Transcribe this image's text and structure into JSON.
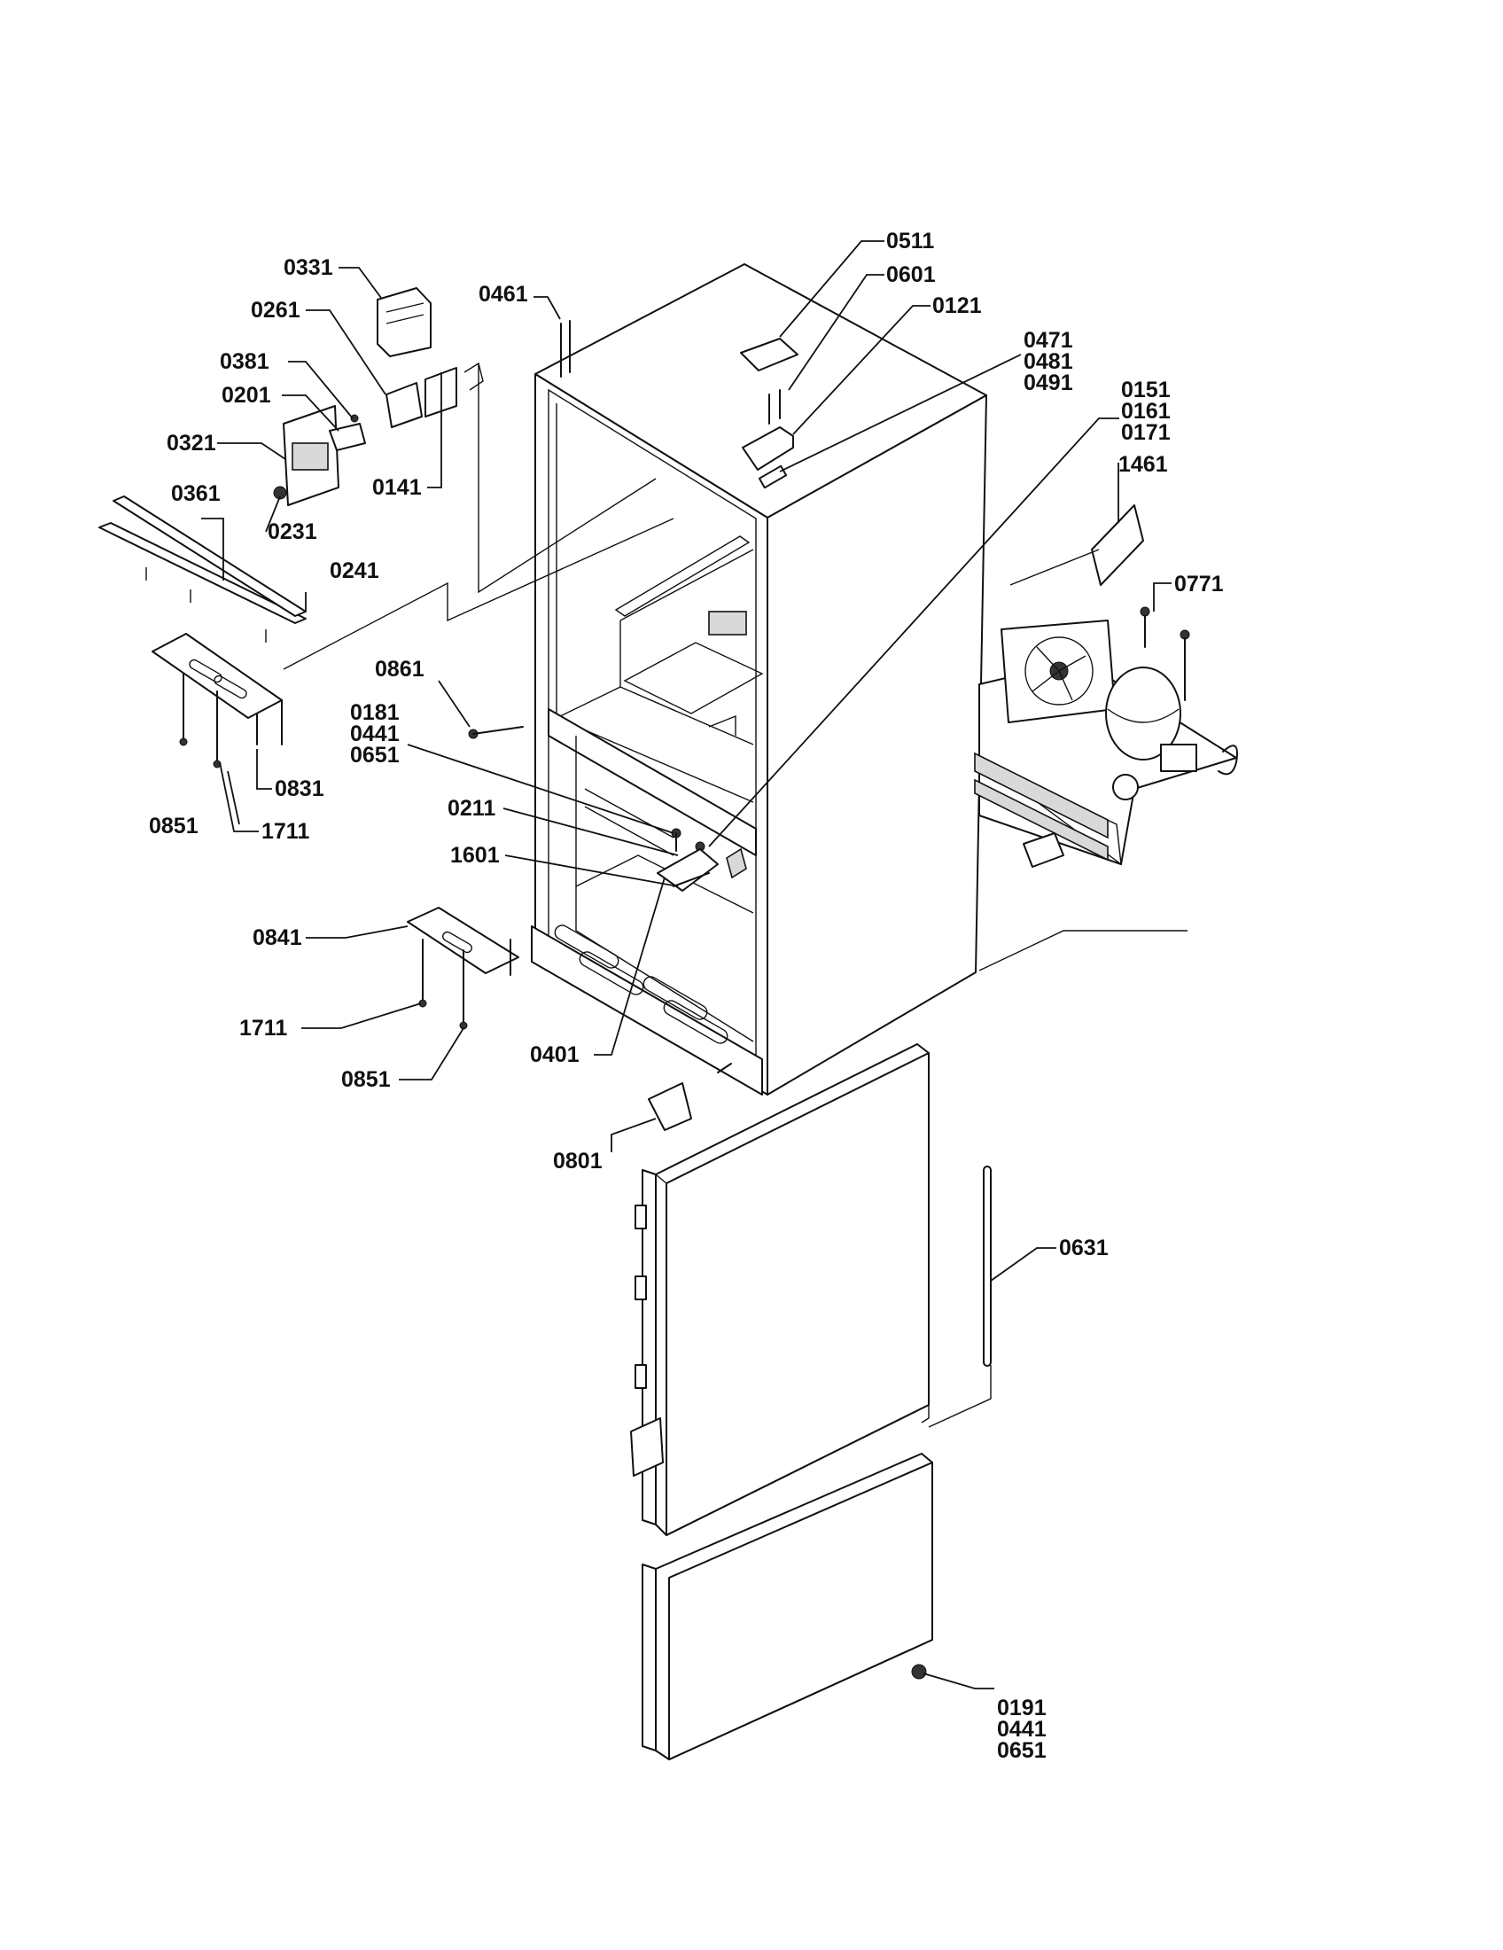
{
  "callouts": [
    {
      "id": "c0511",
      "text": "0511"
    },
    {
      "id": "c0601",
      "text": "0601"
    },
    {
      "id": "c0121",
      "text": "0121"
    },
    {
      "id": "c0471",
      "text": "0471"
    },
    {
      "id": "c0481",
      "text": "0481"
    },
    {
      "id": "c0491",
      "text": "0491"
    },
    {
      "id": "c0151",
      "text": "0151"
    },
    {
      "id": "c0161",
      "text": "0161"
    },
    {
      "id": "c0171",
      "text": "0171"
    },
    {
      "id": "c1461",
      "text": "1461"
    },
    {
      "id": "c0771",
      "text": "0771"
    },
    {
      "id": "c0331",
      "text": "0331"
    },
    {
      "id": "c0261",
      "text": "0261"
    },
    {
      "id": "c0381",
      "text": "0381"
    },
    {
      "id": "c0201",
      "text": "0201"
    },
    {
      "id": "c0321",
      "text": "0321"
    },
    {
      "id": "c0141",
      "text": "0141"
    },
    {
      "id": "c0231",
      "text": "0231"
    },
    {
      "id": "c0361",
      "text": "0361"
    },
    {
      "id": "c0241",
      "text": "0241"
    },
    {
      "id": "c0461",
      "text": "0461"
    },
    {
      "id": "c0861",
      "text": "0861"
    },
    {
      "id": "c0181",
      "text": "0181"
    },
    {
      "id": "c0441a",
      "text": "0441"
    },
    {
      "id": "c0651a",
      "text": "0651"
    },
    {
      "id": "c0211",
      "text": "0211"
    },
    {
      "id": "c1601",
      "text": "1601"
    },
    {
      "id": "c0831",
      "text": "0831"
    },
    {
      "id": "c0851a",
      "text": "0851"
    },
    {
      "id": "c1711a",
      "text": "1711"
    },
    {
      "id": "c0841",
      "text": "0841"
    },
    {
      "id": "c1711b",
      "text": "1711"
    },
    {
      "id": "c0851b",
      "text": "0851"
    },
    {
      "id": "c0401",
      "text": "0401"
    },
    {
      "id": "c0801",
      "text": "0801"
    },
    {
      "id": "c0631",
      "text": "0631"
    },
    {
      "id": "c0191",
      "text": "0191"
    },
    {
      "id": "c0441b",
      "text": "0441"
    },
    {
      "id": "c0651b",
      "text": "0651"
    }
  ]
}
